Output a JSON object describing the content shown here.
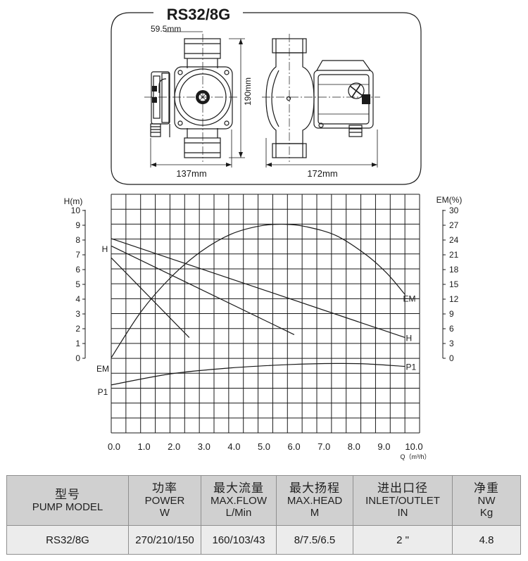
{
  "drawing": {
    "model_title": "RS32/8G",
    "dim_offset": "59.5mm",
    "dim_height": "190mm",
    "dim_width_front": "137mm",
    "dim_width_side": "172mm"
  },
  "chart_data": {
    "type": "line",
    "x_axis": {
      "label": "Q（m³/h）",
      "ticks": [
        "0.0",
        "1.0",
        "2.0",
        "3.0",
        "4.0",
        "5.0",
        "6.0",
        "7.0",
        "8.0",
        "9.0",
        "10.0"
      ],
      "range": [
        0,
        10
      ]
    },
    "y_left": {
      "label": "H(m)",
      "ticks": [
        "0",
        "1",
        "2",
        "3",
        "4",
        "5",
        "6",
        "7",
        "8",
        "9",
        "10"
      ],
      "range": [
        0,
        10
      ]
    },
    "y_right": {
      "label": "EM(%)",
      "ticks": [
        "0",
        "3",
        "6",
        "9",
        "12",
        "15",
        "18",
        "21",
        "24",
        "27",
        "30"
      ],
      "range": [
        0,
        30
      ]
    },
    "side_labels": {
      "h": "H",
      "em": "EM",
      "p1": "P1"
    },
    "series": [
      {
        "name": "H",
        "kind": "head",
        "points": [
          [
            0,
            8.1
          ],
          [
            9.8,
            1.4
          ]
        ]
      },
      {
        "name": "",
        "kind": "head",
        "points": [
          [
            0,
            7.6
          ],
          [
            6.1,
            1.6
          ]
        ]
      },
      {
        "name": "",
        "kind": "head",
        "points": [
          [
            0,
            6.8
          ],
          [
            2.6,
            1.4
          ]
        ]
      },
      {
        "name": "EM",
        "kind": "efficiency",
        "points": [
          [
            0,
            0.1
          ],
          [
            1,
            9.5
          ],
          [
            2,
            16.5
          ],
          [
            3,
            21.7
          ],
          [
            4,
            25.2
          ],
          [
            5,
            26.9
          ],
          [
            5.8,
            27.2
          ],
          [
            6.5,
            26.7
          ],
          [
            7.5,
            24.9
          ],
          [
            8.5,
            21.0
          ],
          [
            9.2,
            17.2
          ],
          [
            9.8,
            12.9
          ]
        ]
      },
      {
        "name": "P1",
        "kind": "power",
        "points": [
          [
            0,
            -1.8
          ],
          [
            2,
            -1.05
          ],
          [
            4,
            -0.65
          ],
          [
            6,
            -0.42
          ],
          [
            7.5,
            -0.35
          ],
          [
            8.5,
            -0.38
          ],
          [
            9.8,
            -0.55
          ]
        ]
      }
    ]
  },
  "table": {
    "headers": [
      {
        "zh": "型号",
        "en": "PUMP MODEL",
        "unit": ""
      },
      {
        "zh": "功率",
        "en": "POWER",
        "unit": "W"
      },
      {
        "zh": "最大流量",
        "en": "MAX.FLOW",
        "unit": "L/Min"
      },
      {
        "zh": "最大扬程",
        "en": "MAX.HEAD",
        "unit": "M"
      },
      {
        "zh": "进出口径",
        "en": "INLET/OUTLET",
        "unit": "IN"
      },
      {
        "zh": "净重",
        "en": "NW",
        "unit": "Kg"
      }
    ],
    "row": [
      "RS32/8G",
      "270/210/150",
      "160/103/43",
      "8/7.5/6.5",
      "2 \"",
      "4.8"
    ]
  },
  "colors": {
    "line": "#1a1a1a",
    "grid": "#1a1a1a",
    "header_bg": "#d0d0d0",
    "cell_bg": "#ececec"
  }
}
